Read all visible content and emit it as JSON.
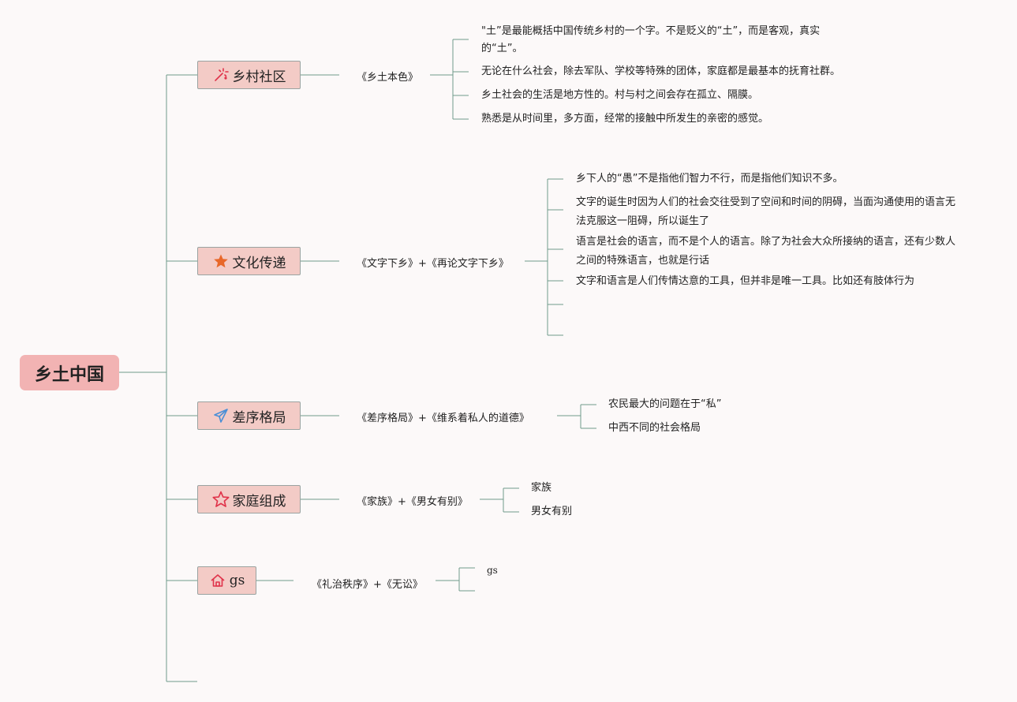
{
  "root": {
    "label": "乡土中国"
  },
  "topics": [
    {
      "label": "乡村社区",
      "icon": "magic-wand-icon",
      "subtopic": "《乡土本色》",
      "leaves": [
        "\"土”是最能概括中国传统乡村的一个字。不是贬义的“土”，而是客观，真实的“土”。",
        "无论在什么社会，除去军队、学校等特殊的团体，家庭都是最基本的抚育社群。",
        "乡土社会的生活是地方性的。村与村之间会存在孤立、隔膜。",
        "熟悉是从时间里，多方面，经常的接触中所发生的亲密的感觉。"
      ]
    },
    {
      "label": "文化传递",
      "icon": "star-filled-icon",
      "subtopic": "《文字下乡》+《再论文字下乡》",
      "leaves": [
        "乡下人的“愚”不是指他们智力不行，而是指他们知识不多。",
        "文字的诞生时因为人们的社会交往受到了空间和时间的阴碍，当面沟通使用的语言无法克服这一阻碍，所以诞生了",
        "语言是社会的语言，而不是个人的语言。除了为社会大众所接纳的语言，还有少数人之间的特殊语言，也就是行话",
        "文字和语言是人们传情达意的工具，但并非是唯一工具。比如还有肢体行为",
        "",
        ""
      ]
    },
    {
      "label": "差序格局",
      "icon": "paper-plane-icon",
      "subtopic": "《差序格局》+《维系着私人的道德》",
      "leaves": [
        "农民最大的问题在于“私”",
        "中西不同的社会格局"
      ]
    },
    {
      "label": "家庭组成",
      "icon": "star-outline-icon",
      "subtopic": "《家族》+《男女有别》",
      "leaves": [
        "家族",
        "男女有别"
      ]
    },
    {
      "label": "gs",
      "icon": "home-icon",
      "subtopic": "《礼治秩序》+《无讼》",
      "leaves": [
        "gs",
        ""
      ]
    }
  ],
  "colors": {
    "background": "#fcf9f9",
    "root_fill": "#f2b3b3",
    "topic_fill": "#f3cbc6",
    "connector": "#6f9a8a",
    "icon_red": "#e0334a",
    "icon_orange": "#e8682a",
    "icon_blue": "#4a8fd6"
  }
}
